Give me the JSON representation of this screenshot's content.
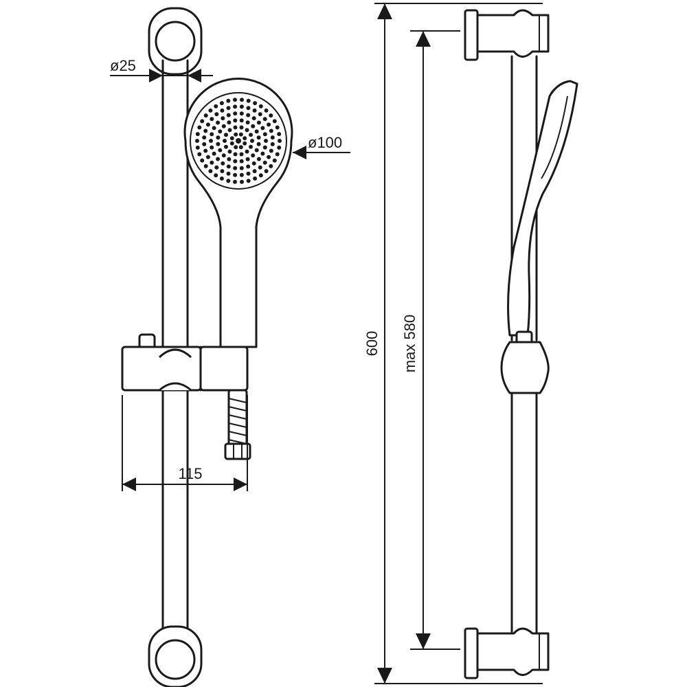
{
  "dimensions": {
    "rail_diameter": "ø25",
    "head_diameter": "ø100",
    "holder_projection": "115",
    "total_length": "600",
    "max_adjust": "max 580"
  },
  "colors": {
    "line": "#1a1a1a",
    "background": "#ffffff"
  }
}
